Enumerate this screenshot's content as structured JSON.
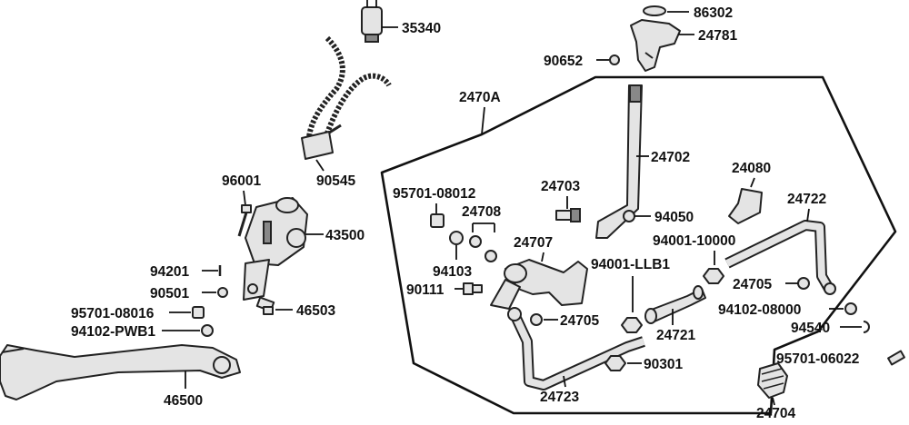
{
  "diagram": {
    "group_label": "2470A",
    "labels": {
      "p35340": "35340",
      "p90545": "90545",
      "p96001": "96001",
      "p43500": "43500",
      "p94201": "94201",
      "p90501": "90501",
      "p46503": "46503",
      "p95701_08016": "95701-08016",
      "p94102_pwb1": "94102-PWB1",
      "p46500": "46500",
      "p86302": "86302",
      "p24781": "24781",
      "p90652": "90652",
      "p24702": "24702",
      "p24080": "24080",
      "p24722": "24722",
      "p95701_08012": "95701-08012",
      "p24703": "24703",
      "p24708": "24708",
      "p94050": "94050",
      "p24707": "24707",
      "p94103": "94103",
      "p94001_10000": "94001-10000",
      "p94001_llb1": "94001-LLB1",
      "p90111": "90111",
      "p24705_a": "24705",
      "p24705_b": "24705",
      "p94102_08000": "94102-08000",
      "p94540": "94540",
      "p24721": "24721",
      "p90301": "90301",
      "p95701_06022": "95701-06022",
      "p24723": "24723",
      "p24704": "24704"
    }
  }
}
